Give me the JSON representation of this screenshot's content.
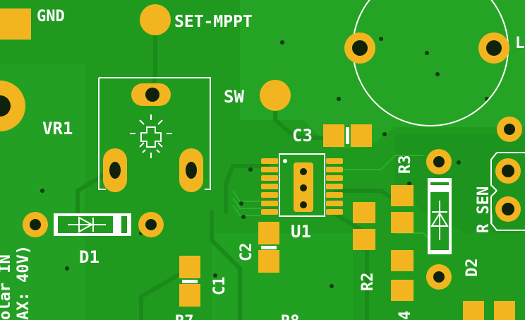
{
  "labels": {
    "gnd": "GND",
    "set_mppt": "SET-MPPT",
    "sw": "SW",
    "vr1": "VR1",
    "d1": "D1",
    "c3": "C3",
    "r3": "R3",
    "r_sen": "R_SEN",
    "c2": "C2",
    "u1": "U1",
    "c1": "C1",
    "r2": "R2",
    "d2": "D2",
    "l_partial": "L",
    "four_partial": "4",
    "r7_partial": "R7",
    "r8_partial": "R8",
    "solar_in": "olar IN",
    "max_40v": "AX: 40V)"
  },
  "colors": {
    "board": "#1f9a1f",
    "copper_fill": "#25a325",
    "copper_dark": "#1c8f1c",
    "pad": "#f2b520",
    "hole": "#10220a",
    "silk": "#ffffff"
  }
}
